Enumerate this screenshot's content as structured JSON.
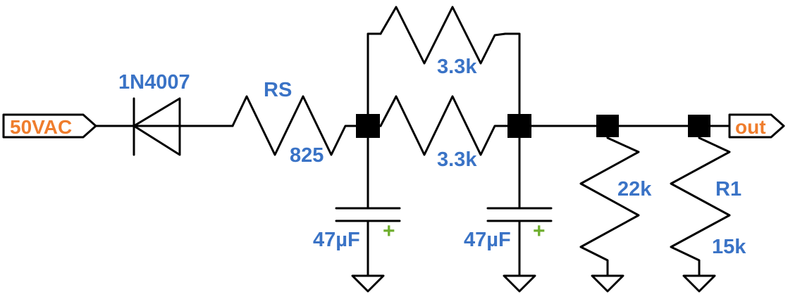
{
  "colors": {
    "wire": "#000000",
    "label": "#3a73c6",
    "port": "#ef7d2d",
    "polarity": "#6fae2e"
  },
  "ports": {
    "input": "50VAC",
    "output": "out"
  },
  "components": {
    "diode": {
      "label": "1N4007"
    },
    "rs": {
      "name": "RS",
      "value": "825"
    },
    "r_top": {
      "value": "3.3k"
    },
    "r_mid": {
      "value": "3.3k"
    },
    "c1": {
      "value": "47µF",
      "polarity": "+"
    },
    "c2": {
      "value": "47µF",
      "polarity": "+"
    },
    "r_22k": {
      "value": "22k"
    },
    "r1": {
      "name": "R1",
      "value": "15k"
    }
  }
}
